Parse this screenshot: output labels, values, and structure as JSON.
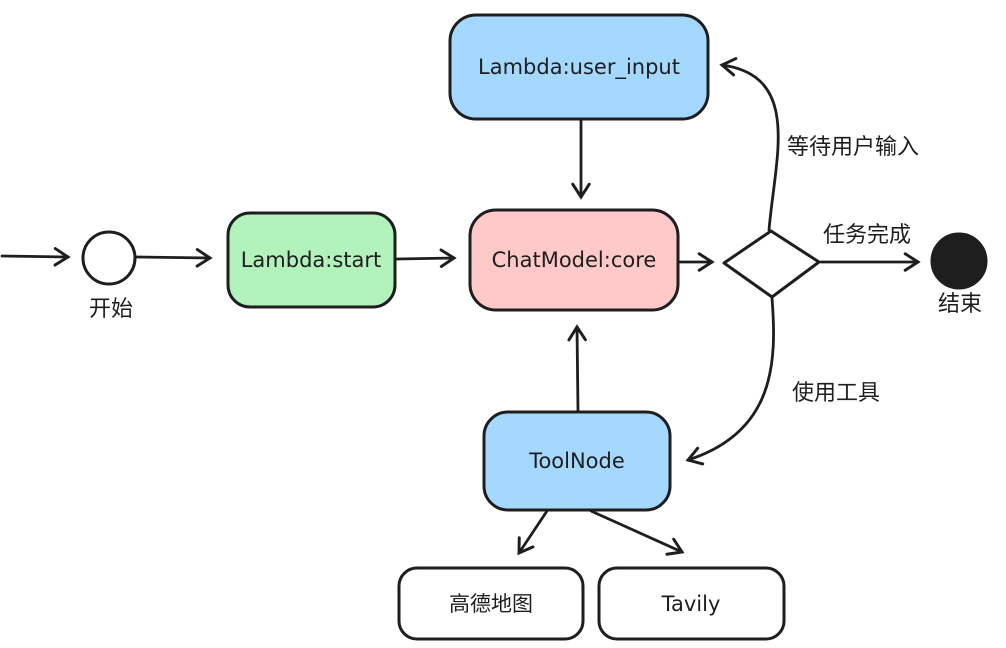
{
  "diagram_type": "flowchart",
  "background": "#ffffff",
  "colors": {
    "stroke": "#1e1e1e",
    "blue": "#a5d8ff",
    "green": "#b2f2bb",
    "pink": "#ffc9c9",
    "white": "#ffffff",
    "end_fill": "#1e1e1e"
  },
  "nodes": {
    "start_circle": {
      "label": "开始",
      "shape": "circle",
      "fill": "#ffffff"
    },
    "lambda_start": {
      "label": "Lambda:start",
      "shape": "rounded-rect",
      "fill": "#b2f2bb"
    },
    "lambda_user_input": {
      "label": "Lambda:user_input",
      "shape": "rounded-rect",
      "fill": "#a5d8ff"
    },
    "chatmodel_core": {
      "label": "ChatModel:core",
      "shape": "rounded-rect",
      "fill": "#ffc9c9"
    },
    "decision_diamond": {
      "label": "",
      "shape": "diamond",
      "fill": "#ffffff"
    },
    "toolnode": {
      "label": "ToolNode",
      "shape": "rounded-rect",
      "fill": "#a5d8ff"
    },
    "gaode_map": {
      "label": "高德地图",
      "shape": "rounded-rect",
      "fill": "#ffffff"
    },
    "tavily": {
      "label": "Tavily",
      "shape": "rounded-rect",
      "fill": "#ffffff"
    },
    "end_circle": {
      "label": "结束",
      "shape": "filled-circle",
      "fill": "#1e1e1e"
    }
  },
  "edge_labels": {
    "wait_user_input": "等待用户输入",
    "task_complete": "任务完成",
    "use_tools": "使用工具"
  }
}
